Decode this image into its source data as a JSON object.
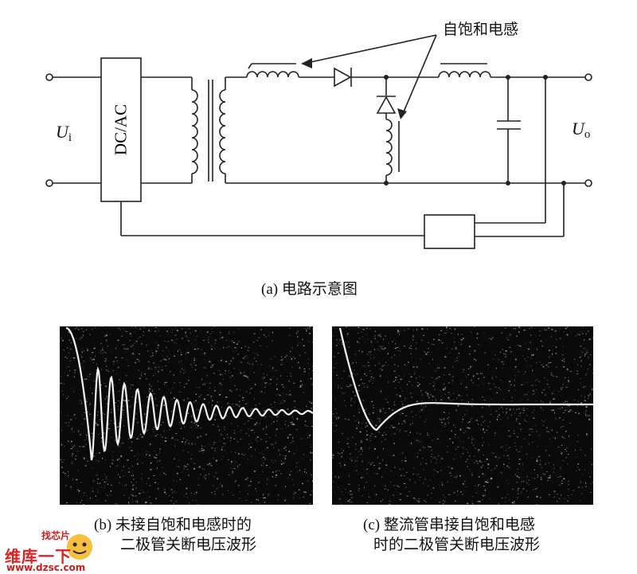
{
  "circuit": {
    "block_label": "DC/AC",
    "input_symbol": "U",
    "input_sub": "i",
    "output_symbol": "U",
    "output_sub": "o",
    "annotation": "自饱和电感",
    "caption": "(a) 电路示意图"
  },
  "scope_b": {
    "caption_line1": "(b) 未接自饱和电感时的",
    "caption_line2": "二极管关断电压波形"
  },
  "scope_c": {
    "caption_line1": "(c) 整流管串接自饱和电感",
    "caption_line2": "时的二极管关断电压波形"
  },
  "watermark": {
    "brand": "维库一下",
    "url": "www.dzsc.com",
    "logo_text": "找芯片"
  }
}
